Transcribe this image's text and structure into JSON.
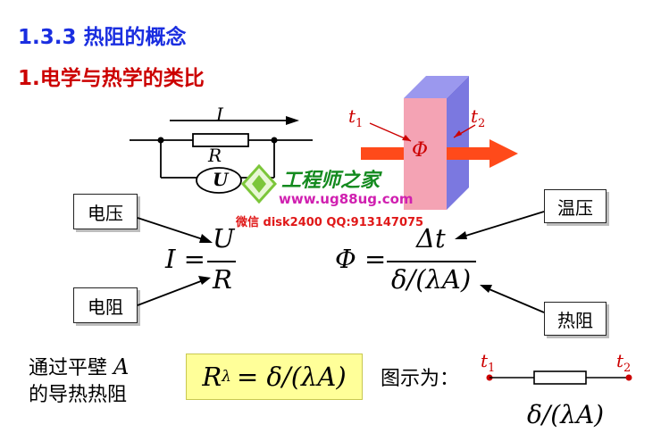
{
  "section": {
    "number": "1.3.3",
    "title": "热阻的概念",
    "color": "#1a2ee0"
  },
  "subsection": {
    "number": "1.",
    "title": "电学与热学的类比",
    "color": "#cc0000"
  },
  "electric": {
    "current_label": "I",
    "resistor_label": "R",
    "meter_label": "U",
    "formula_lhs": "I",
    "formula_num": "U",
    "formula_den": "R",
    "voltage_box": "电压",
    "resistance_box": "电阻"
  },
  "thermal": {
    "t1": "t",
    "t1_sub": "1",
    "t2": "t",
    "t2_sub": "2",
    "flux_label": "Φ",
    "formula_lhs": "Φ",
    "formula_num": "Δt",
    "formula_den": "δ/(λA)",
    "temp_box": "温压",
    "resist_box": "热阻",
    "wall_color": "#f4a3b4",
    "side_color": "#7b78e0",
    "arrow_color": "#ff4a1a"
  },
  "wall_text": {
    "line1": "通过平壁",
    "line1_var": "A",
    "line2": "的导热热阻"
  },
  "rlambda": {
    "sym": "R",
    "sub": "λ",
    "rhs": "= δ/(λA)",
    "bg": "#ffff99"
  },
  "diagram_label": "图示为：",
  "resistor_diagram": {
    "t1": "t",
    "t1_sub": "1",
    "t2": "t",
    "t2_sub": "2",
    "label": "δ/(λA)"
  },
  "watermark": {
    "name": "工程师之家",
    "site": "www.ug88ug.com",
    "contact": "微信 disk2400 QQ:913147075"
  }
}
